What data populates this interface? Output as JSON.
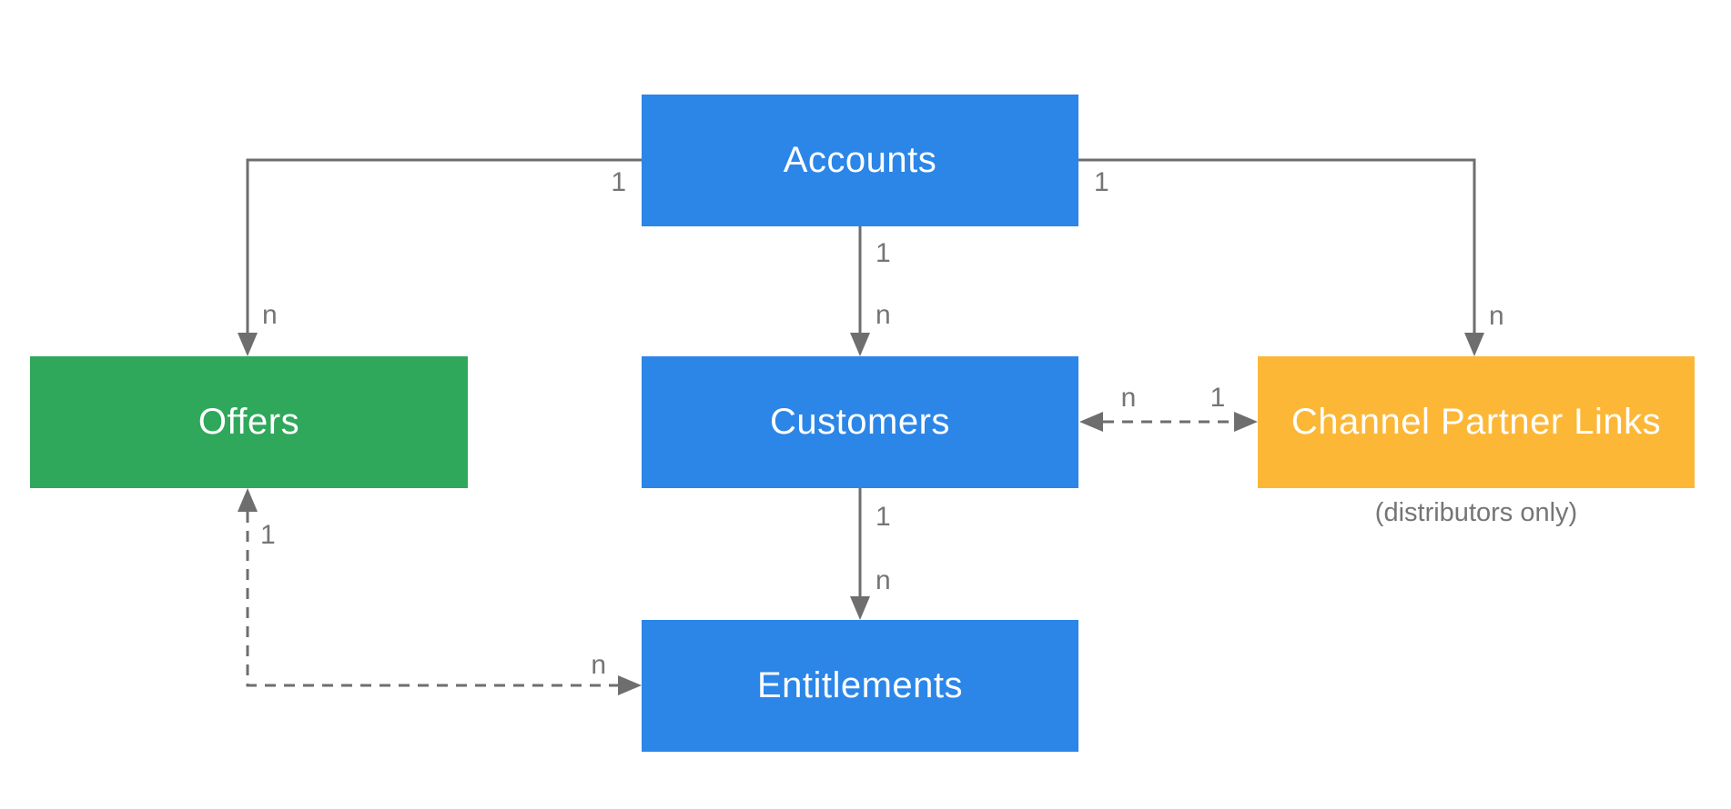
{
  "diagram": {
    "nodes": {
      "accounts": {
        "label": "Accounts",
        "color": "#2b86e8"
      },
      "offers": {
        "label": "Offers",
        "color": "#2fa85c"
      },
      "customers": {
        "label": "Customers",
        "color": "#2b86e8"
      },
      "channel_partner_links": {
        "label": "Channel Partner Links",
        "color": "#fdb737",
        "note": "(distributors only)"
      },
      "entitlements": {
        "label": "Entitlements",
        "color": "#2b86e8"
      }
    },
    "edges": [
      {
        "name": "accounts-offers",
        "from": "Accounts",
        "to": "Offers",
        "from_label": "1",
        "to_label": "n",
        "style": "solid",
        "bidirectional": false
      },
      {
        "name": "accounts-customers",
        "from": "Accounts",
        "to": "Customers",
        "from_label": "1",
        "to_label": "n",
        "style": "solid",
        "bidirectional": false
      },
      {
        "name": "accounts-channel-partner-links",
        "from": "Accounts",
        "to": "Channel Partner Links",
        "from_label": "1",
        "to_label": "n",
        "style": "solid",
        "bidirectional": false
      },
      {
        "name": "customers-channel-partner-links",
        "from": "Customers",
        "to": "Channel Partner Links",
        "from_label": "n",
        "to_label": "1",
        "style": "dashed",
        "bidirectional": true
      },
      {
        "name": "customers-entitlements",
        "from": "Customers",
        "to": "Entitlements",
        "from_label": "1",
        "to_label": "n",
        "style": "solid",
        "bidirectional": false
      },
      {
        "name": "offers-entitlements",
        "from": "Offers",
        "to": "Entitlements",
        "from_label": "1",
        "to_label": "n",
        "style": "dashed",
        "bidirectional": true
      }
    ],
    "colors": {
      "blue": "#2b86e8",
      "green": "#2fa85c",
      "yellow": "#fdb737",
      "connector": "#6e6e6e",
      "edge_label": "#757575",
      "node_text": "#ffffff",
      "background": "#ffffff"
    }
  }
}
